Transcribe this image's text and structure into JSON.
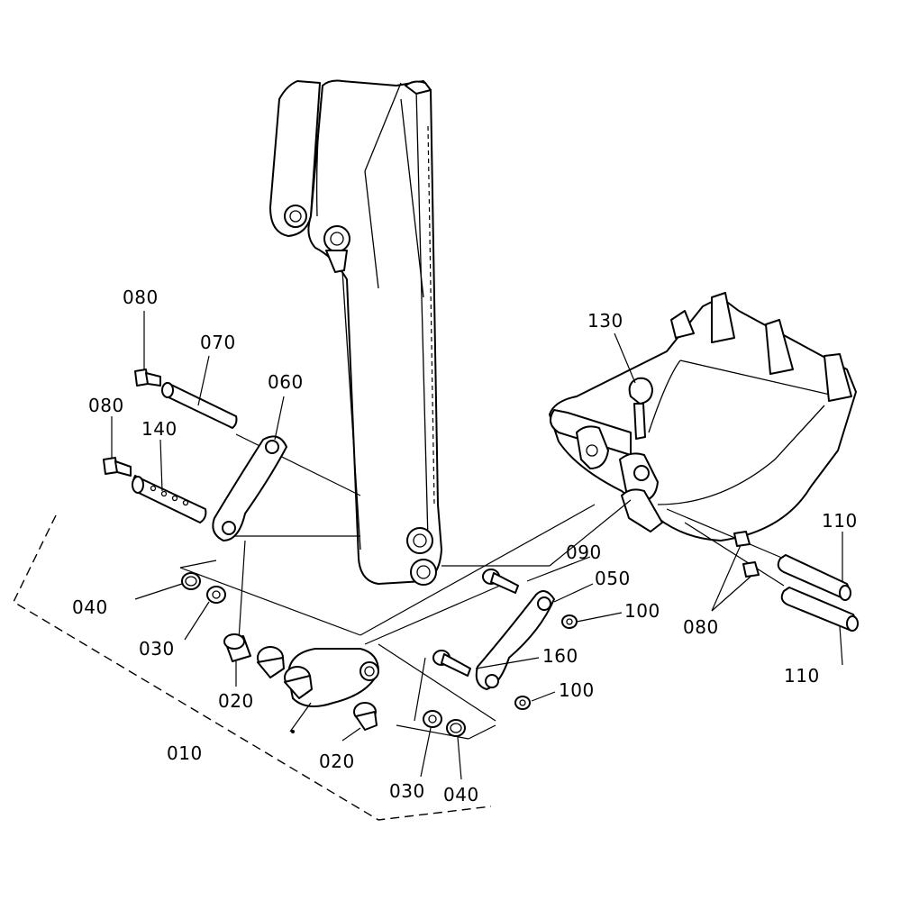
{
  "callouts": {
    "c080_top": "080",
    "c070": "070",
    "c060": "060",
    "c080_mid": "080",
    "c140": "140",
    "c130": "130",
    "c090": "090",
    "c050": "050",
    "c100_a": "100",
    "c160": "160",
    "c100_b": "100",
    "c040_left": "040",
    "c030_left": "030",
    "c020_left": "020",
    "c010": "010",
    "c020_bottom": "020",
    "c030_bottom": "030",
    "c040_bottom": "040",
    "c110_top": "110",
    "c080_right": "080",
    "c110_bottom": "110"
  }
}
